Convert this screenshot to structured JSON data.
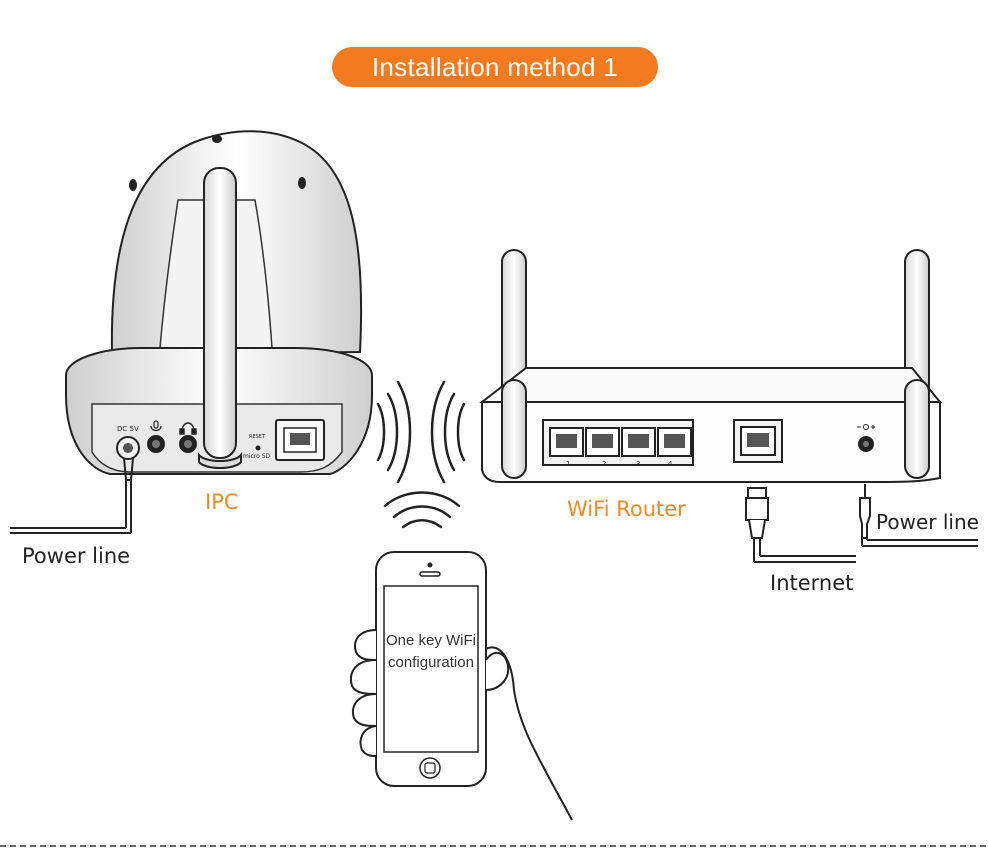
{
  "title": "Installation method 1",
  "labels": {
    "ipc": "IPC",
    "router": "WiFi Router",
    "power_line_left": "Power line",
    "power_line_right": "Power line",
    "internet": "Internet",
    "phone_line1": "One key WiFi",
    "phone_line2": "configuration"
  },
  "camera_panel": {
    "dc": "DC 5V",
    "reset": "RESET",
    "micro_sd": "micro SD"
  },
  "router_ports": [
    "1",
    "2",
    "3",
    "4"
  ],
  "colors": {
    "accent": "#f37a1f",
    "label_orange": "#f08a24",
    "line": "#222222"
  },
  "icons": [
    "microphone-icon",
    "headphone-icon",
    "wifi-signal-icon",
    "dc-power-icon"
  ]
}
